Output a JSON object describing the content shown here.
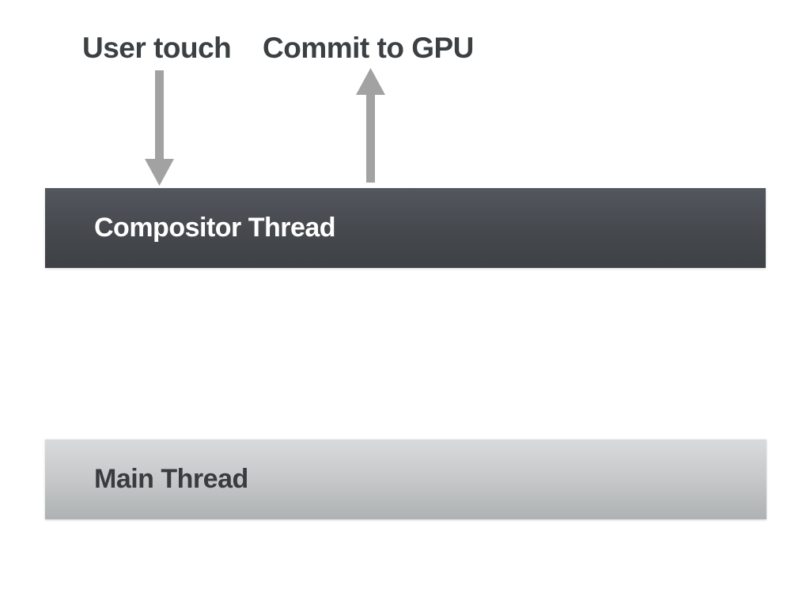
{
  "diagram": {
    "annotations": [
      {
        "label": "User touch",
        "arrow_direction": "down",
        "points_to": "Compositor Thread"
      },
      {
        "label": "Commit to GPU",
        "arrow_direction": "up",
        "points_from": "Compositor Thread"
      }
    ],
    "threads": [
      {
        "label": "Compositor Thread"
      },
      {
        "label": "Main Thread"
      }
    ],
    "colors": {
      "background": "#ffffff",
      "annotation_text": "#3c4043",
      "arrow": "#a2a2a2",
      "compositor_bar_top": "#53575e",
      "compositor_bar_bottom": "#3e4145",
      "compositor_bar_text": "#ffffff",
      "main_bar_top": "#d8dadb",
      "main_bar_bottom": "#aeb2b3",
      "main_bar_text": "#393c3f"
    }
  }
}
